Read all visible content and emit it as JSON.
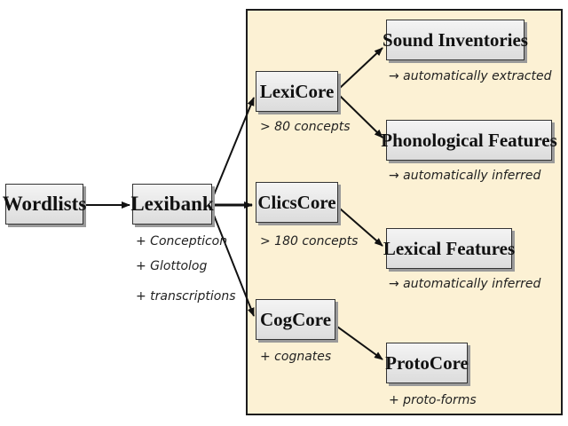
{
  "nodes": {
    "wordlists": "Wordlists",
    "lexibank": "Lexibank",
    "lexicore": "LexiCore",
    "clicscore": "ClicsCore",
    "cogcore": "CogCore",
    "sound_inventories": "Sound Inventories",
    "phonological_features": "Phonological Features",
    "lexical_features": "Lexical Features",
    "protocore": "ProtoCore"
  },
  "notes": {
    "lexibank": [
      "+ Concepticon",
      "+ Glottolog",
      "+ transcriptions"
    ],
    "lexicore": "> 80 concepts",
    "clicscore": "> 180 concepts",
    "cogcore": "+ cognates",
    "sound_inventories": "→ automatically extracted",
    "phonological_features": "→ automatically inferred",
    "lexical_features": "→ automatically inferred",
    "protocore": "+ proto-forms"
  },
  "colors": {
    "panel_bg": "#fcf1d4",
    "box_bg": "#e6e6e6",
    "arrow": "#111111"
  }
}
